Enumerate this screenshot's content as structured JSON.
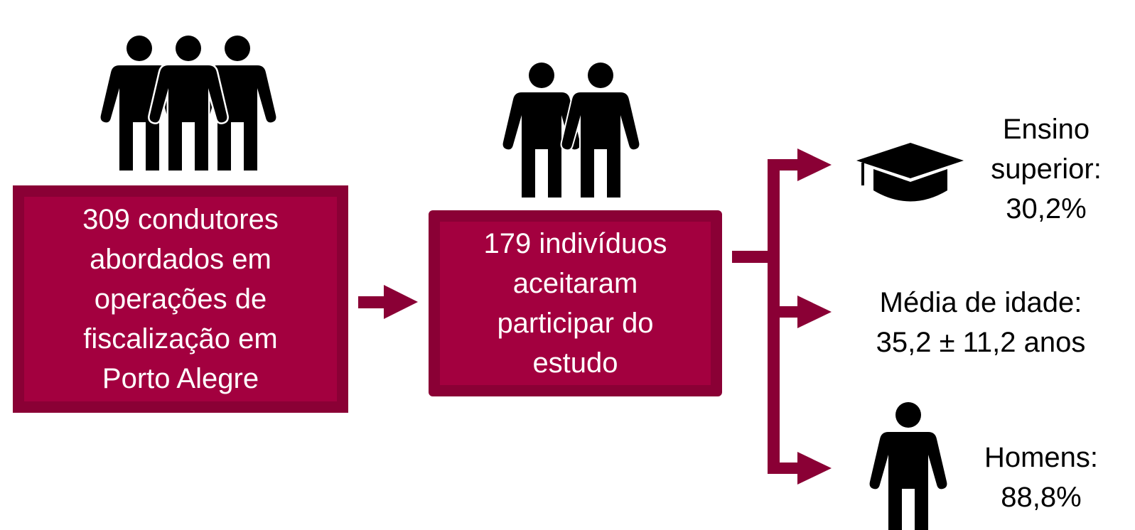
{
  "colors": {
    "box_fill": "#a3003f",
    "box_border": "#8a0035",
    "arrow": "#8a0035",
    "icon": "#000000",
    "box_text": "#ffffff",
    "stat_text": "#000000"
  },
  "boxes": {
    "approached": "309 condutores\nabordados em\noperações de\nfiscalização em\nPorto Alegre",
    "accepted": "179 indivíduos\naceitaram\nparticipar do\nestudo"
  },
  "stats": {
    "education": "Ensino\nsuperior:\n30,2%",
    "age": "Média de idade:\n35,2 ± 11,2 anos",
    "men": "Homens:\n88,8%"
  },
  "icons": {
    "group_of_three": "three-people-icon",
    "group_of_two": "two-people-icon",
    "education": "graduation-cap-icon",
    "men": "man-icon"
  }
}
